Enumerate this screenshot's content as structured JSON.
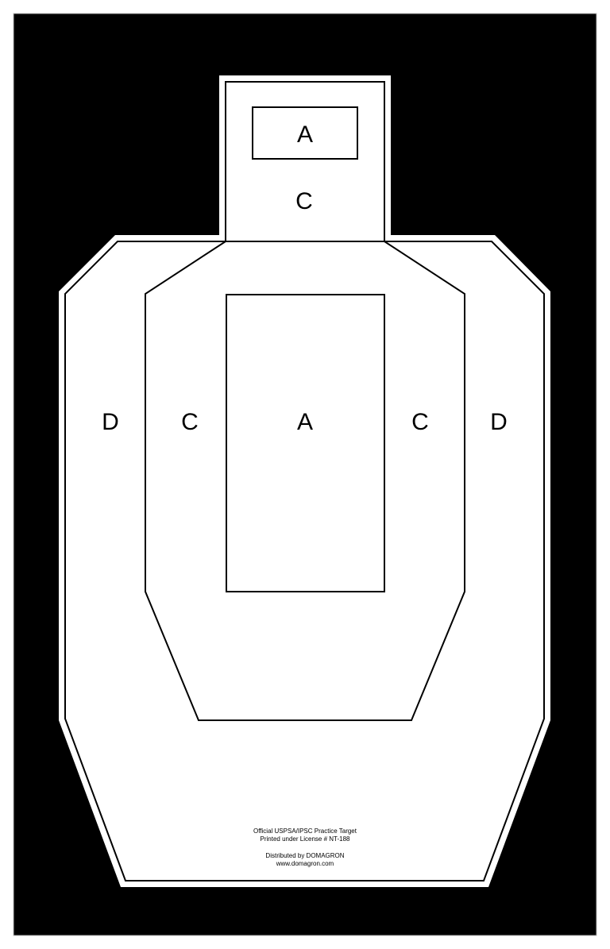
{
  "colors": {
    "background": "#000000",
    "target_fill": "#ffffff",
    "outline": "#000000",
    "page": "#ffffff"
  },
  "zones": {
    "head_a": "A",
    "head_c": "C",
    "left_d": "D",
    "left_c": "C",
    "center_a": "A",
    "right_c": "C",
    "right_d": "D"
  },
  "footer": {
    "line1": "Official USPSA/IPSC Practice Target",
    "line2": "Printed under License # NT-188",
    "line3": "Distributed by DOMAGRON",
    "line4": "www.domagron.com"
  }
}
